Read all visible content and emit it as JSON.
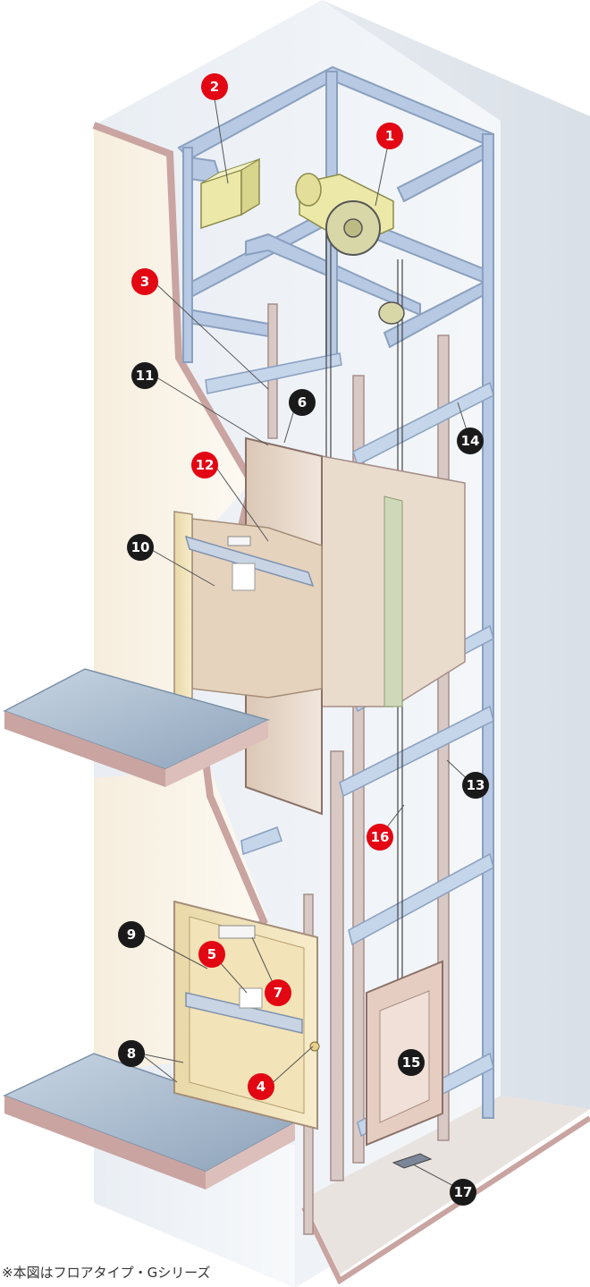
{
  "callouts": {
    "c1": "1",
    "c2": "2",
    "c3": "3",
    "c4": "4",
    "c5": "5",
    "c6": "6",
    "c7": "7",
    "c8": "8",
    "c9": "9",
    "c10": "10",
    "c11": "11",
    "c12": "12",
    "c13": "13",
    "c14": "14",
    "c15": "15",
    "c16": "16",
    "c17": "17"
  },
  "colors": {
    "red_callout": "#e30613",
    "black_callout": "#1a1a1a",
    "steel": "#b7c9e3",
    "wall_cut": "#c9a4a0",
    "floor": "#9fb3c8"
  },
  "footnote": "※本図はフロアタイプ・Gシリーズ"
}
